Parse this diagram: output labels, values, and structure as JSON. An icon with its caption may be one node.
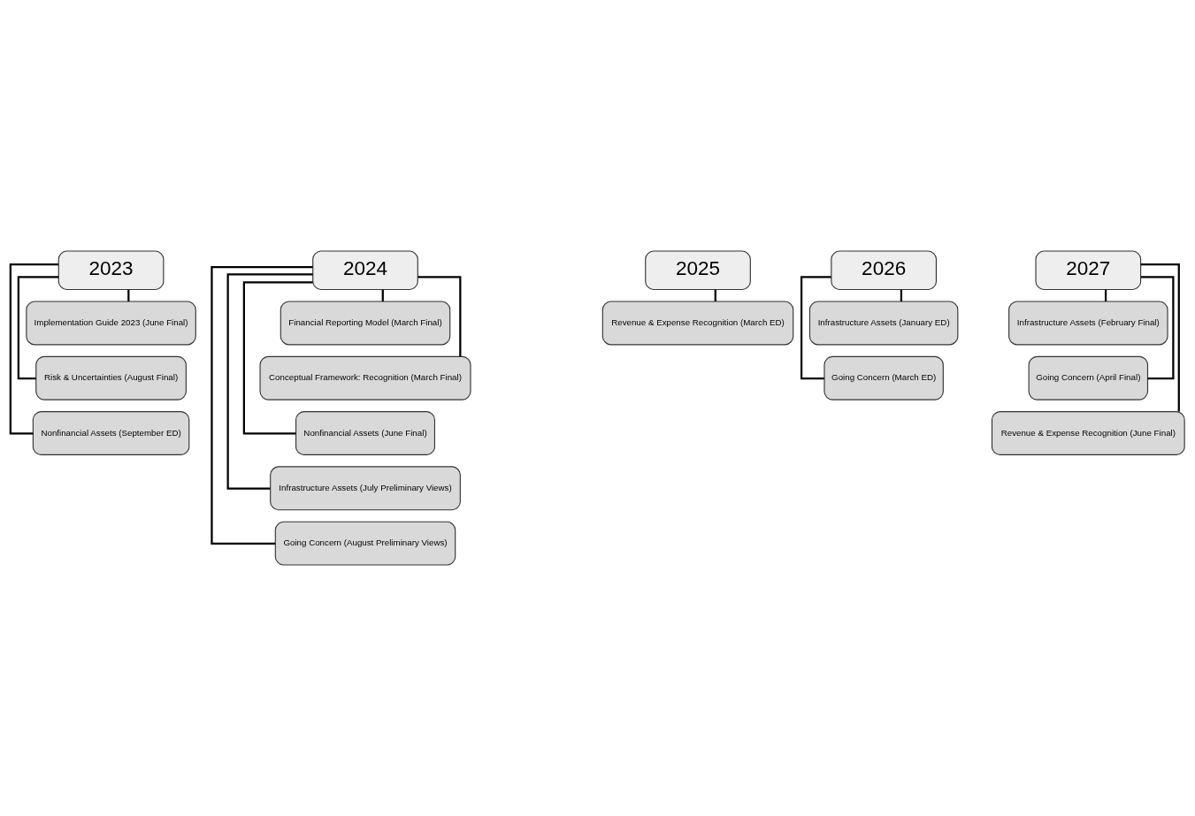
{
  "diagram": {
    "nodes": [
      {
        "text": [
          "2023"
        ]
      },
      {
        "text": [
          "Implementation Guide 2023 (June Final)"
        ]
      },
      {
        "text": [
          "Risk & Uncertainties (August Final)"
        ]
      },
      {
        "text": [
          "Nonfinancial Assets (September ED)"
        ]
      },
      {
        "text": [
          "2024"
        ]
      },
      {
        "text": [
          "Financial Reporting Model (March Final)"
        ]
      },
      {
        "text": [
          "Conceptual Framework: Recognition (March Final)"
        ]
      },
      {
        "text": [
          "Nonfinancial Assets (June Final)"
        ]
      },
      {
        "text": [
          "Infrastructure Assets (July Preliminary Views)"
        ]
      },
      {
        "text": [
          "Going Concern (August Preliminary Views)"
        ]
      },
      {
        "text": [
          "2025"
        ]
      },
      {
        "text": [
          "Revenue & Expense Recognition (March ED)"
        ]
      },
      {
        "text": [
          "2026"
        ]
      },
      {
        "text": [
          "Infrastructure Assets (January ED)"
        ]
      },
      {
        "text": [
          "Going Concern (March ED)"
        ]
      },
      {
        "text": [
          "2027"
        ]
      },
      {
        "text": [
          "Infrastructure Assets (February Final)"
        ]
      },
      {
        "text": [
          "Going Concern (April Final)"
        ]
      },
      {
        "text": [
          "Revenue & Expense Recognition (June Final)"
        ]
      }
    ],
    "edges": [
      {
        "from": 0,
        "to": 1,
        "arrow": "none"
      },
      {
        "from": 0,
        "to": 2,
        "arrow": "none"
      },
      {
        "from": 0,
        "to": 3,
        "arrow": "none"
      },
      {
        "from": 4,
        "to": 5,
        "arrow": "none"
      },
      {
        "from": 4,
        "to": 6,
        "arrow": "none"
      },
      {
        "from": 4,
        "to": 7,
        "arrow": "none"
      },
      {
        "from": 4,
        "to": 8,
        "arrow": "none"
      },
      {
        "from": 4,
        "to": 9,
        "arrow": "none"
      },
      {
        "from": 10,
        "to": 11,
        "arrow": "none"
      },
      {
        "from": 12,
        "to": 13,
        "arrow": "none"
      },
      {
        "from": 12,
        "to": 14,
        "arrow": "none"
      },
      {
        "from": 15,
        "to": 16,
        "arrow": "none"
      },
      {
        "from": 15,
        "to": 17,
        "arrow": "none"
      },
      {
        "from": 15,
        "to": 18,
        "arrow": "none"
      }
    ]
  }
}
